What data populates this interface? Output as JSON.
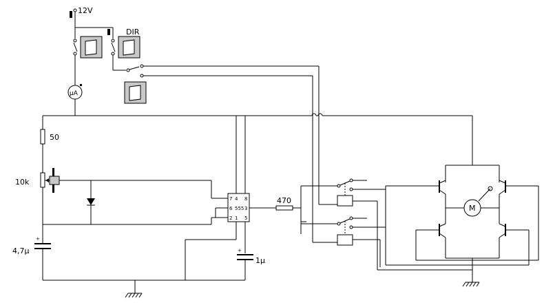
{
  "labels": {
    "supply": "12V",
    "dir": "DIR",
    "r_top": "50",
    "pot": "10k",
    "ic": "555",
    "pin_7": "7",
    "pin_4": "4",
    "pin_8": "8",
    "pin_6": "6",
    "pin_3": "3",
    "pin_2": "2",
    "pin_1": "1",
    "pin_5": "5",
    "r_out": "470",
    "cap_big": "4,7µ",
    "cap_small": "1µ",
    "meter": "µA",
    "motor": "M",
    "plus": "+"
  }
}
